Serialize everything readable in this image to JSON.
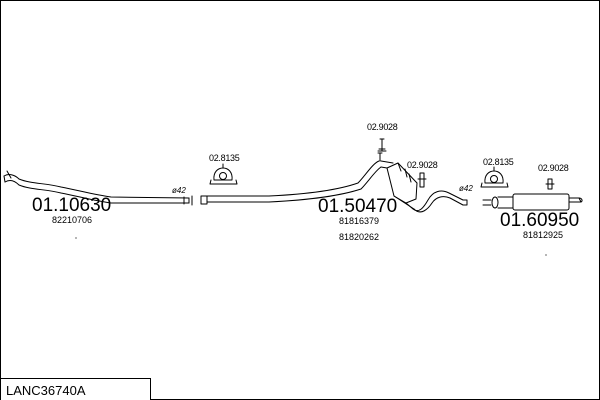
{
  "title": "LANC36740A",
  "parts": [
    {
      "code": "01.10630",
      "refs": [
        "82210706"
      ],
      "dim": "ø42"
    },
    {
      "code": "02.8135"
    },
    {
      "code": "02.9028"
    },
    {
      "code": "01.50470",
      "refs": [
        "81816379",
        "81820262"
      ]
    },
    {
      "code": "02.9028"
    },
    {
      "code": "ø42"
    },
    {
      "code": "02.8135"
    },
    {
      "code": "02.9028"
    },
    {
      "code": "01.60950",
      "refs": [
        "81812925"
      ]
    }
  ]
}
